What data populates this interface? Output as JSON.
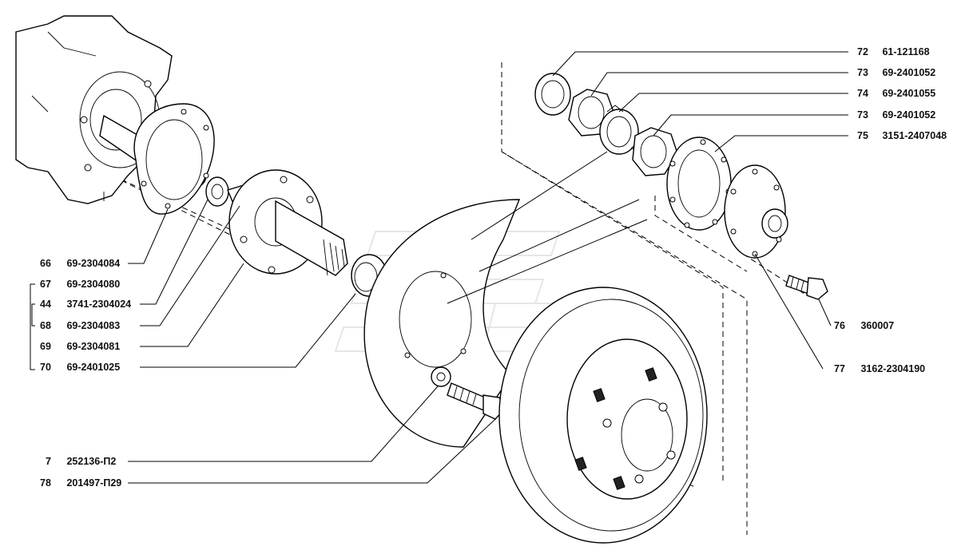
{
  "parts": [
    {
      "id": "p72",
      "num": "72",
      "code": "61-121168"
    },
    {
      "id": "p73a",
      "num": "73",
      "code": "69-2401052"
    },
    {
      "id": "p74",
      "num": "74",
      "code": "69-2401055"
    },
    {
      "id": "p73b",
      "num": "73",
      "code": "69-2401052"
    },
    {
      "id": "p75",
      "num": "75",
      "code": "3151-2407048"
    },
    {
      "id": "p76",
      "num": "76",
      "code": "360007"
    },
    {
      "id": "p77",
      "num": "77",
      "code": "3162-2304190"
    },
    {
      "id": "p66",
      "num": "66",
      "code": "69-2304084"
    },
    {
      "id": "p67",
      "num": "67",
      "code": "69-2304080"
    },
    {
      "id": "p44",
      "num": "44",
      "code": "3741-2304024"
    },
    {
      "id": "p68",
      "num": "68",
      "code": "69-2304083"
    },
    {
      "id": "p69",
      "num": "69",
      "code": "69-2304081"
    },
    {
      "id": "p70",
      "num": "70",
      "code": "69-2401025"
    },
    {
      "id": "p7",
      "num": "7",
      "code": "252136-П2"
    },
    {
      "id": "p78",
      "num": "78",
      "code": "201497-П29"
    }
  ]
}
